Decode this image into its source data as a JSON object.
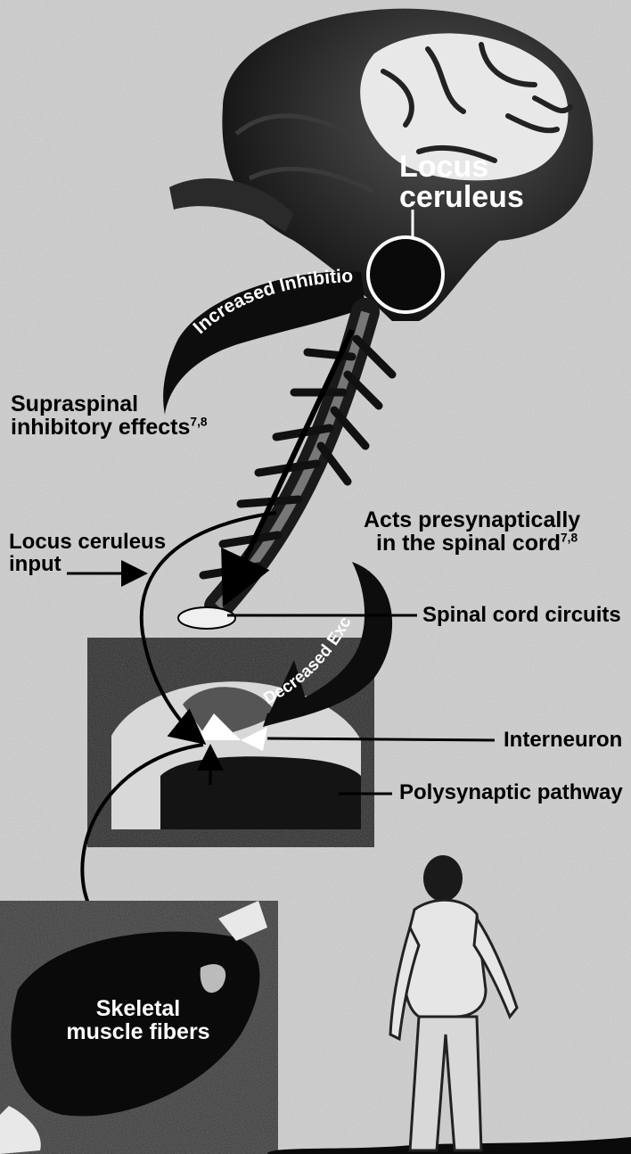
{
  "labels": {
    "locus_ceruleus_line1": "Locus",
    "locus_ceruleus_line2": "ceruleus",
    "increased_inhibition": "Increased Inhibition",
    "supraspinal_line1": "Supraspinal",
    "supraspinal_line2": "inhibitory effects",
    "supraspinal_ref": "7,8",
    "acts_presynaptic_line1": "Acts presynaptically",
    "acts_presynaptic_line2": "in the spinal cord",
    "acts_presynaptic_ref": "7,8",
    "locus_input_line1": "Locus ceruleus",
    "locus_input_line2": "input",
    "spinal_cord_circuits": "Spinal cord circuits",
    "decreased_excitation": "Decreased Excitation",
    "interneuron": "Interneuron",
    "polysynaptic_pathway": "Polysynaptic pathway",
    "skeletal_line1": "Skeletal",
    "skeletal_line2": "muscle fibers"
  },
  "colors": {
    "background": "#cfcfcf",
    "ink": "#000000",
    "brain": "#1a1a1a",
    "highlight": "#ffffff"
  },
  "icons": [
    "brain-illustration",
    "spinal-column-illustration",
    "spinal-cord-cross-section",
    "muscle-fiber-illustration",
    "walking-person-illustration"
  ]
}
